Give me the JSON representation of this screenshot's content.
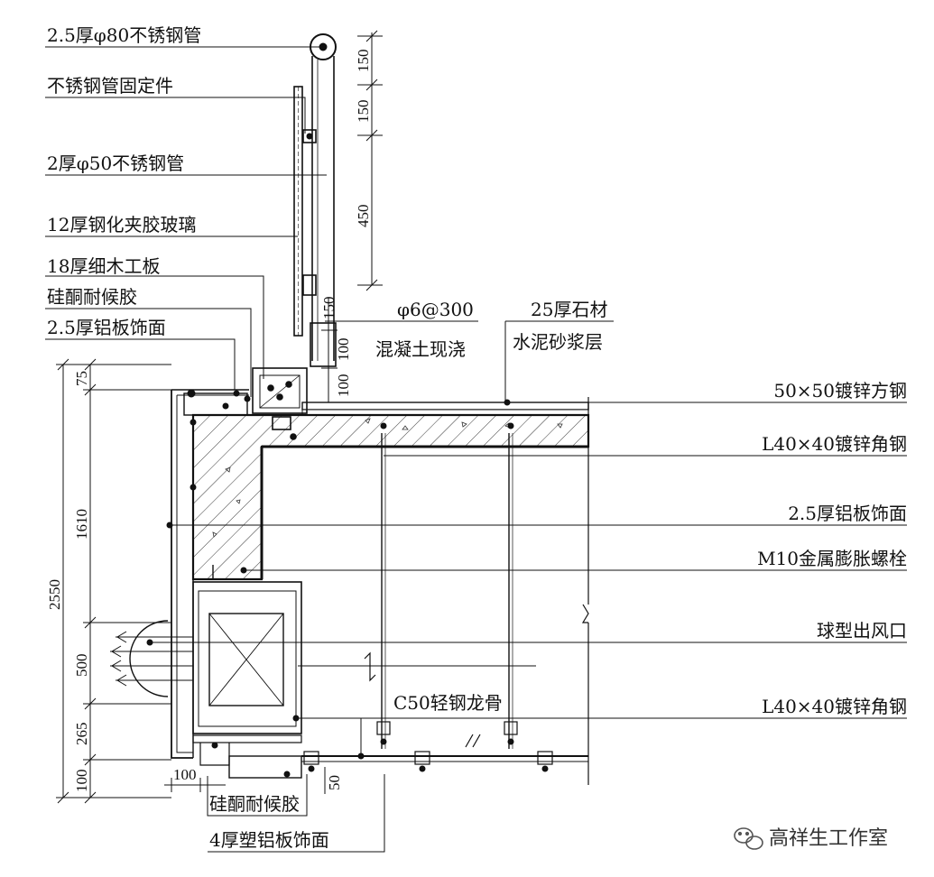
{
  "labels_left": [
    "2.5厚φ80不锈钢管",
    "不锈钢管固定件",
    "2厚φ50不锈钢管",
    "12厚钢化夹胶玻璃",
    "18厚细木工板",
    "硅酮耐候胶",
    "2.5厚铝板饰面"
  ],
  "labels_mid": [
    "φ6@300",
    "混凝土现浇",
    "25厚石材",
    "水泥砂浆层",
    "C50轻钢龙骨"
  ],
  "labels_right": [
    "50×50镀锌方钢",
    "L40×40镀锌角钢",
    "2.5厚铝板饰面",
    "M10金属膨胀螺栓",
    "球型出风口",
    "L40×40镀锌角钢"
  ],
  "labels_bottom": [
    "硅酮耐候胶",
    "4厚塑铝板饰面"
  ],
  "dims_right": [
    "150",
    "150",
    "450",
    "150",
    "100",
    "100"
  ],
  "dims_left": [
    "75",
    "1610",
    "500",
    "265",
    "100"
  ],
  "dim_total": "2550",
  "dims_bottom": [
    "100",
    "50"
  ],
  "watermark": "高祥生工作室",
  "watermark_icon": "wechat-icon"
}
